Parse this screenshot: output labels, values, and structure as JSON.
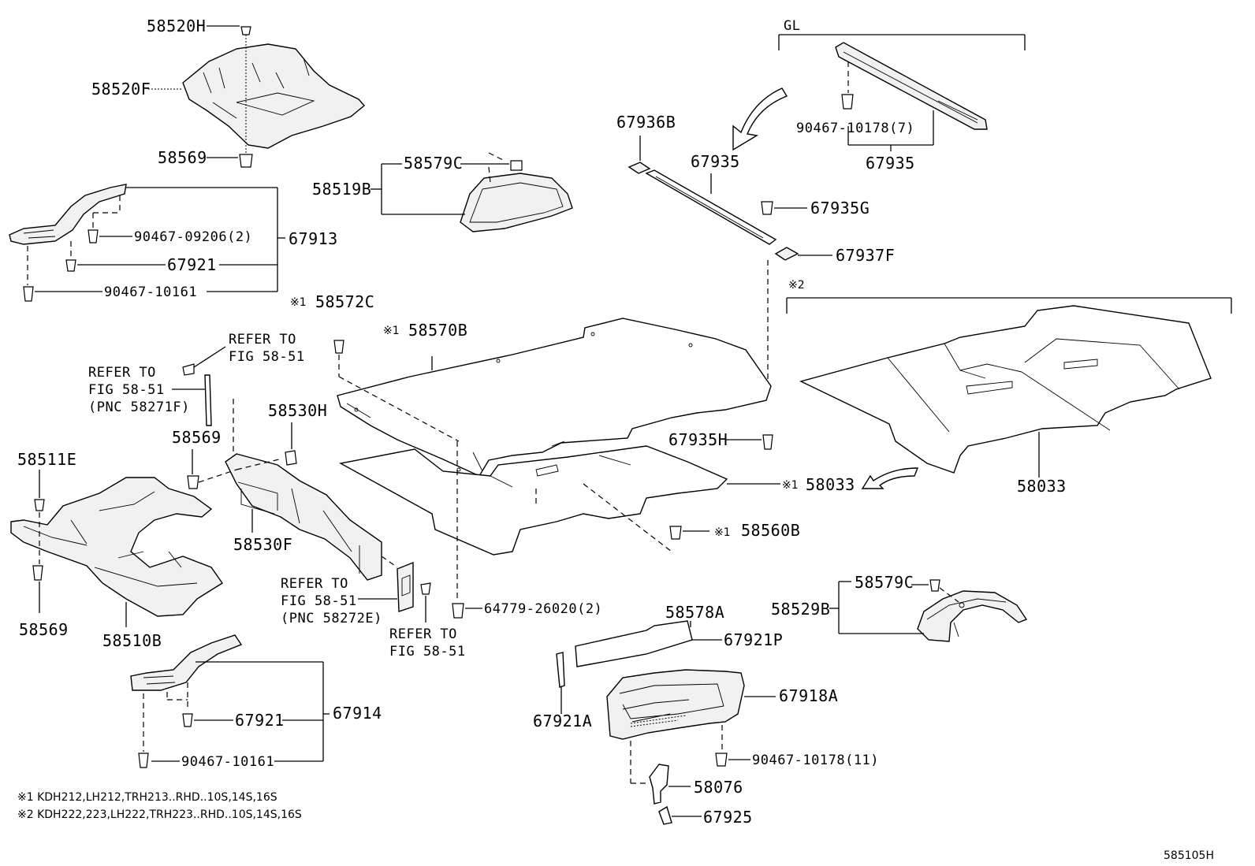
{
  "diagram": {
    "labels": {
      "p58520H": "58520H",
      "p58520F": "58520F",
      "p58569_top": "58569",
      "p90467_09206": "90467-09206(2)",
      "p67913": "67913",
      "p67921_a": "67921",
      "p90467_10161_a": "90467-10161",
      "p58579C_a": "58579C",
      "p58519B": "58519B",
      "pGL": "GL",
      "p67936B": "67936B",
      "p67935_a": "67935",
      "p90467_10178_7": "90467-10178(7)",
      "p67935_b": "67935",
      "p67935G": "67935G",
      "p67937F": "67937F",
      "p_note2_mark": "※2",
      "p58572C": "58572C",
      "p58570B": "58570B",
      "p_note1_a": "※1",
      "p_note1_b": "※1",
      "p_note1_c": "※1",
      "p_note1_d": "※1",
      "refer_1a": "REFER TO",
      "refer_1b": "FIG 58-51",
      "refer_2a": "REFER TO",
      "refer_2b": "FIG 58-51",
      "refer_2c": "(PNC 58271F)",
      "p58530H": "58530H",
      "p58569_mid": "58569",
      "p58511E": "58511E",
      "p67935H": "67935H",
      "p58033_a": "58033",
      "p58033_b": "58033",
      "p58560B": "58560B",
      "p58530F": "58530F",
      "p58569_low": "58569",
      "p58510B": "58510B",
      "refer_3a": "REFER TO",
      "refer_3b": "FIG 58-51",
      "refer_3c": "(PNC 58272E)",
      "refer_4a": "REFER TO",
      "refer_4b": "FIG 58-51",
      "p64779": "64779-26020(2)",
      "p58579C_b": "58579C",
      "p58529B": "58529B",
      "p58578A": "58578A",
      "p67921P": "67921P",
      "p67918A": "67918A",
      "p67921A": "67921A",
      "p90467_10178_11": "90467-10178(11)",
      "p58076": "58076",
      "p67925": "67925",
      "p67921_b": "67921",
      "p67914": "67914",
      "p90467_10161_b": "90467-10161",
      "footnote1": "※1  KDH212,LH212,TRH213..RHD..10S,14S,16S",
      "footnote2": "※2  KDH222,223,LH222,TRH223..RHD..10S,14S,16S",
      "figure_code": "585105H"
    }
  }
}
